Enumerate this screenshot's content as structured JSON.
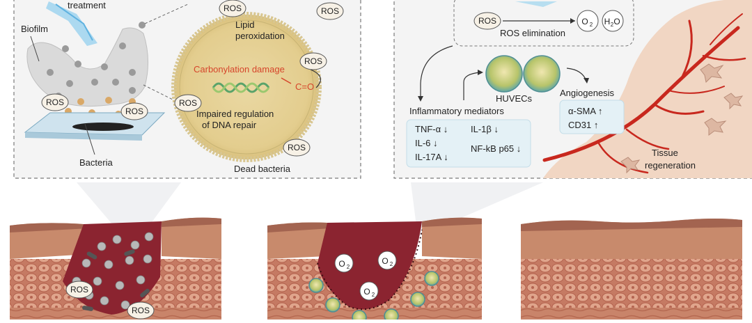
{
  "left_panel": {
    "treatment_label": "treatment",
    "biofilm_label": "Biofilm",
    "bacteria_label": "Bacteria",
    "ros_label": "ROS",
    "lipid_peroxidation_line1": "Lipid",
    "lipid_peroxidation_line2": "peroxidation",
    "carbonylation_label": "Carbonylation damage",
    "carbonyl_group": "C=O",
    "dna_repair_line1": "Impaired regulation",
    "dna_repair_line2": "of DNA repair",
    "dead_bacteria_label": "Dead bacteria"
  },
  "right_panel": {
    "ros_label": "ROS",
    "ros_elimination_label": "ROS elimination",
    "o2_label": "O",
    "o2_sub": "2",
    "h2o_label_h": "H",
    "h2o_sub": "2",
    "h2o_label_o": "O",
    "huvecs_label": "HUVECs",
    "angiogenesis_label": "Angiogenesis",
    "inflammatory_label": "Inflammatory mediators",
    "markers_down": [
      "TNF-α ↓",
      "IL-6 ↓",
      "IL-17A ↓",
      "IL-1β ↓",
      "NF-kB p65 ↓"
    ],
    "markers_up": [
      "α-SMA ↑",
      "CD31 ↑"
    ],
    "tissue_line1": "Tissue",
    "tissue_line2": "regeneration"
  },
  "bottom": {
    "ros_label": "ROS",
    "o2_label": "O",
    "o2_sub": "2"
  },
  "colors": {
    "skin_top": "#c98a6e",
    "wound_fill": "#8b2430",
    "cell_fill": "#d8a08a",
    "dermis": "#b86a55",
    "panel_bg": "#f3f3f3",
    "vessel": "#c8281e"
  }
}
